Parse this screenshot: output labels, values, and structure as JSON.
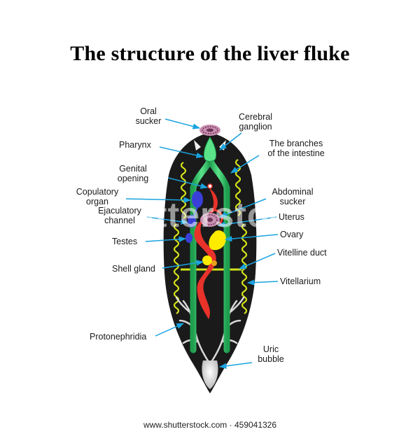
{
  "title": "The structure of the liver fluke",
  "labels": {
    "oral_sucker": [
      "Oral",
      "sucker"
    ],
    "cerebral_ganglion": [
      "Cerebral",
      "ganglion"
    ],
    "pharynx": "Pharynx",
    "intestine_branches": [
      "The branches",
      "of the intestine"
    ],
    "genital_opening": [
      "Genital",
      "opening"
    ],
    "copulatory_organ": [
      "Copulatory",
      "organ"
    ],
    "abdominal_sucker": [
      "Abdominal",
      "sucker"
    ],
    "ejaculatory_channel": [
      "Ejaculatory",
      "channel"
    ],
    "uterus": "Uterus",
    "ovary": "Ovary",
    "testes": "Testes",
    "vitelline_duct": "Vitelline duct",
    "shell_gland": "Shell gland",
    "vitellarium": "Vitellarium",
    "protonephridia": "Protonephridia",
    "uric_bubble": [
      "Uric",
      "bubble"
    ]
  },
  "watermark": "shutterstock",
  "footer": "www.shutterstock.com · 459041326",
  "colors": {
    "body": "#1a1a1a",
    "intestine": "#2ecc71",
    "vitellarium": "#d4e21a",
    "uterus": "#e8322a",
    "testes": "#3a3fd8",
    "arrow": "#1aa3e0",
    "sucker": "#c98fb0"
  }
}
